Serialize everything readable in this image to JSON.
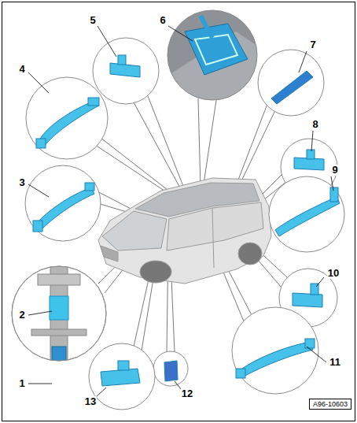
{
  "diagram": {
    "nodes": [
      {
        "text": [
          "A96-10603"
        ]
      }
    ],
    "labels": [
      "1",
      "2",
      "3",
      "4",
      "5",
      "6",
      "7",
      "8",
      "9",
      "10",
      "11",
      "12",
      "13"
    ]
  }
}
